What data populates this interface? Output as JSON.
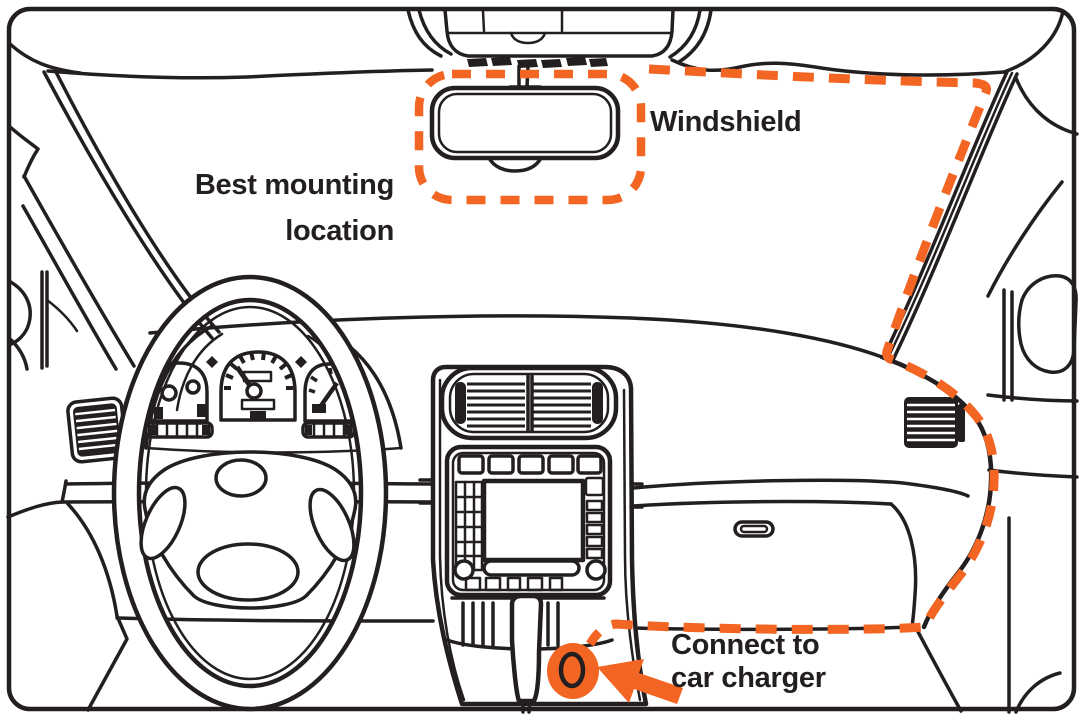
{
  "figure": {
    "labels": {
      "best_mounting_line1": "Best mounting",
      "best_mounting_line2": "location",
      "windshield": "Windshield",
      "charger_line1": "Connect to",
      "charger_line2": "car charger"
    },
    "colors": {
      "highlight": "#F26522",
      "line": "#231F20",
      "background": "#FFFFFF"
    },
    "markers": {
      "mirror_zone": "dashed-rounded-rect",
      "windshield_edge_zone": "dashed-path",
      "charger_port": "filled-circle",
      "charger_arrow": "arrow"
    }
  }
}
